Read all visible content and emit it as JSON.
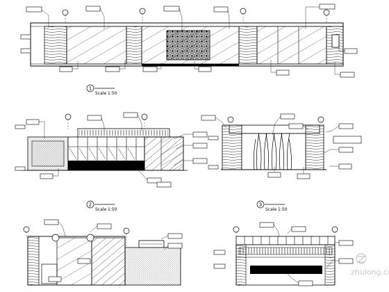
{
  "drawing": {
    "view1": {
      "number": "1",
      "scale": "Scale 1:50"
    },
    "view2": {
      "number": "2",
      "scale": "Scale 1:50"
    },
    "view3": {
      "number": "3",
      "scale": "Scale 1:50"
    }
  },
  "watermark": {
    "site_name": "zhulong.com"
  }
}
